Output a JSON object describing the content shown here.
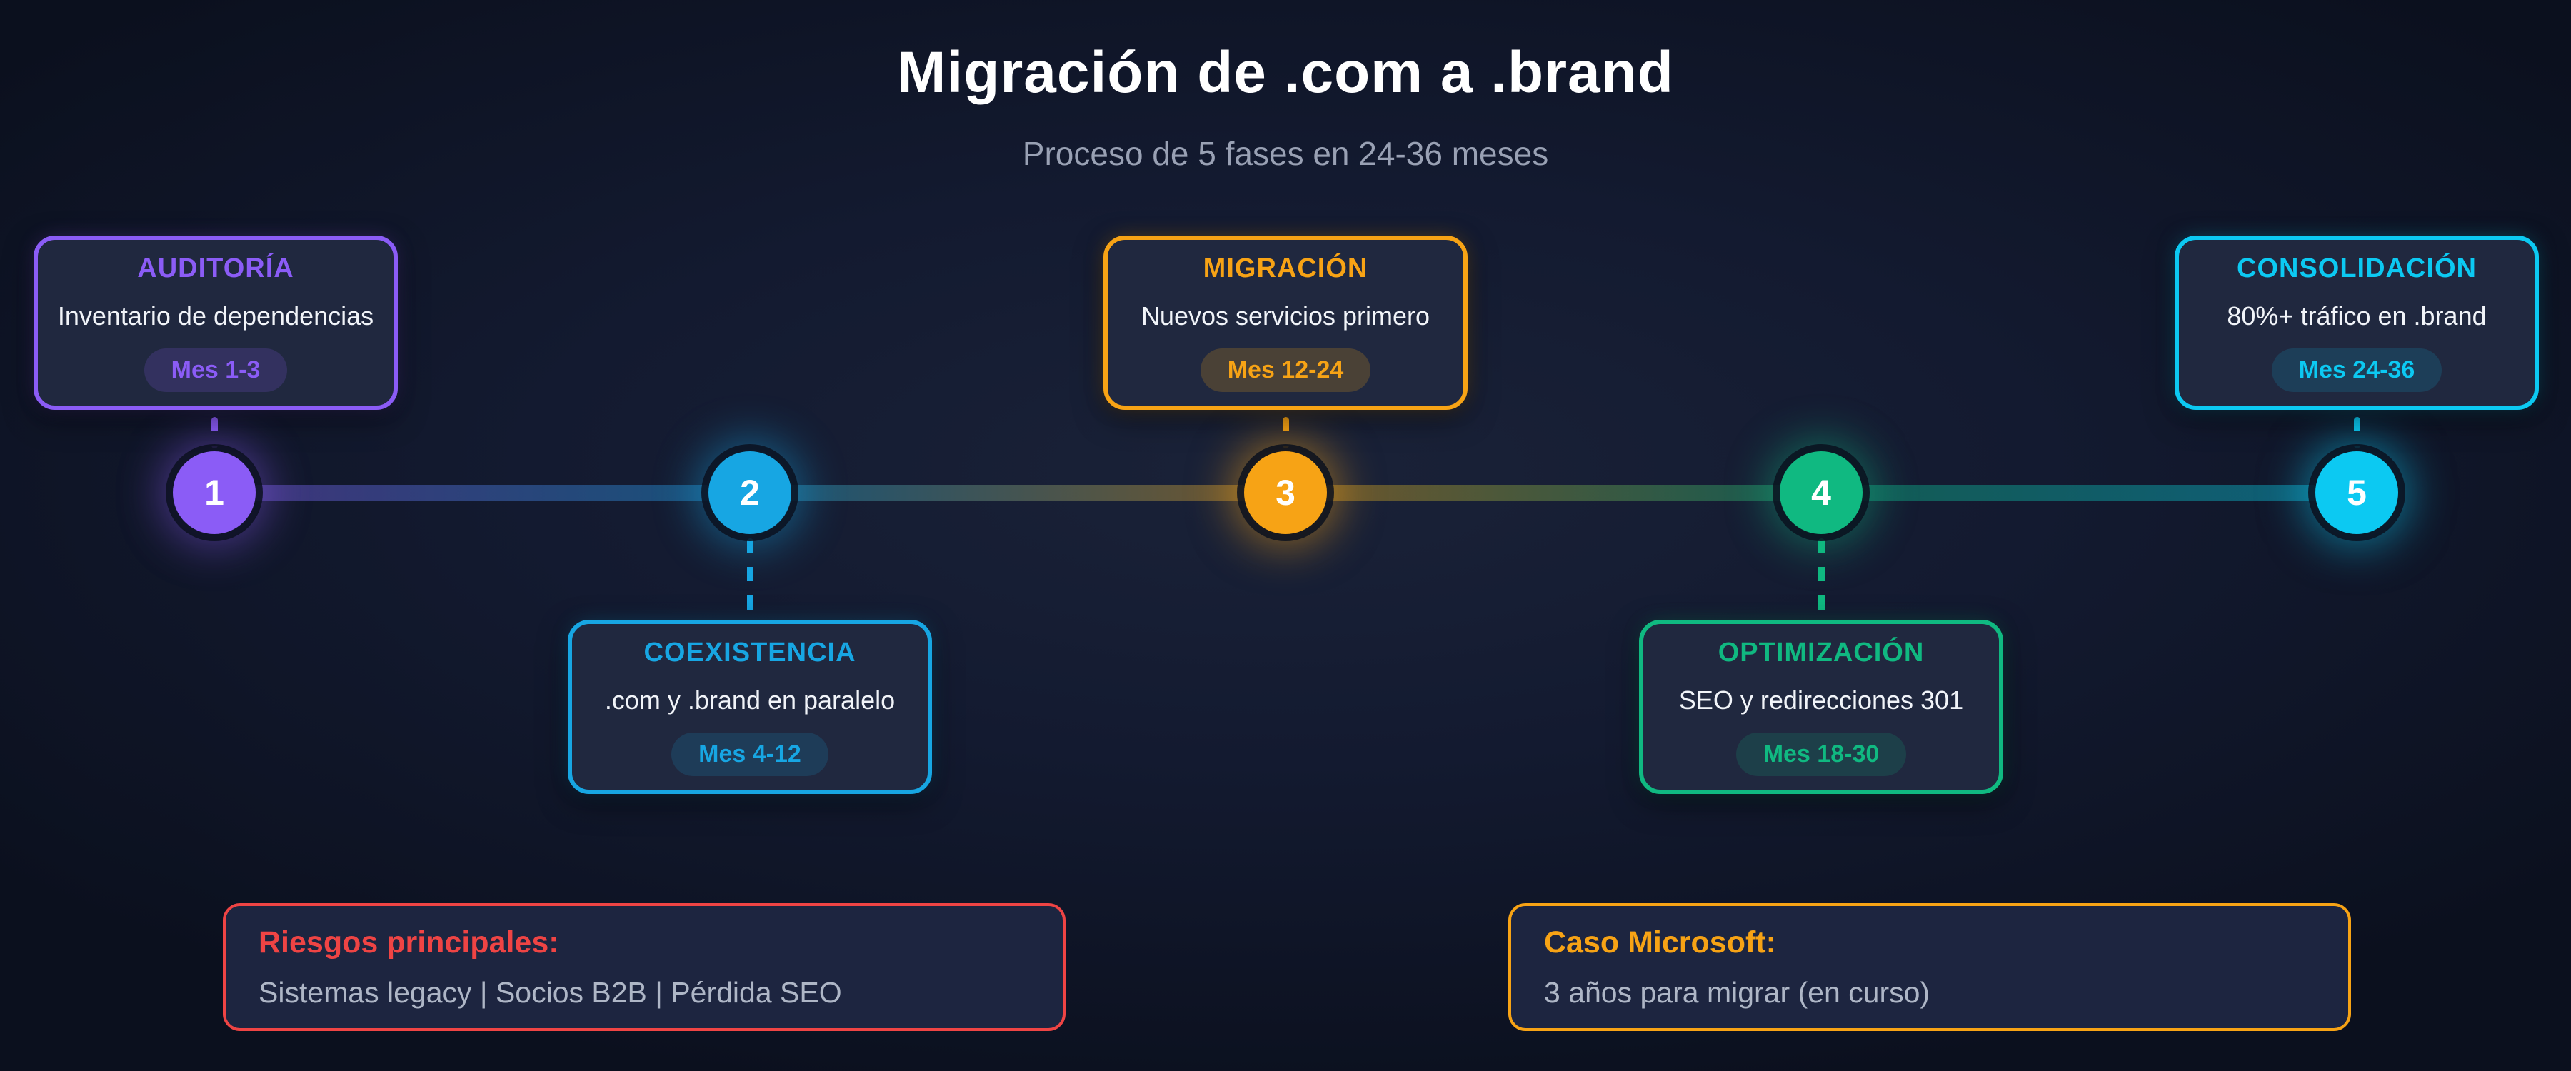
{
  "page": {
    "title": "Migración de .com a .brand",
    "subtitle": "Proceso de 5 fases en 24-36 meses",
    "background_color": "#0b101e"
  },
  "phases": [
    {
      "number": "1",
      "name": "AUDITORÍA",
      "description": "Inventario de dependencias",
      "badge": "Mes 1-3",
      "color": "#8b5cf6",
      "card_position": "above-line"
    },
    {
      "number": "2",
      "name": "COEXISTENCIA",
      "description": ".com y .brand en paralelo",
      "badge": "Mes 4-12",
      "color": "#17a6e3",
      "card_position": "below-line"
    },
    {
      "number": "3",
      "name": "MIGRACIÓN",
      "description": "Nuevos servicios primero",
      "badge": "Mes 12-24",
      "color": "#f7a315",
      "card_position": "above-line"
    },
    {
      "number": "4",
      "name": "OPTIMIZACIÓN",
      "description": "SEO y redirecciones 301",
      "badge": "Mes 18-30",
      "color": "#10b981",
      "card_position": "below-line"
    },
    {
      "number": "5",
      "name": "CONSOLIDACIÓN",
      "description": "80%+ tráfico en .brand",
      "badge": "Mes 24-36",
      "color": "#0cc9f2",
      "card_position": "above-line"
    }
  ],
  "notes": [
    {
      "title": "Riesgos principales:",
      "body": "Sistemas legacy | Socios B2B | Pérdida SEO",
      "color": "#ef4444"
    },
    {
      "title": "Caso Microsoft:",
      "body": "3 años para migrar (en curso)",
      "color": "#f7a315"
    }
  ]
}
